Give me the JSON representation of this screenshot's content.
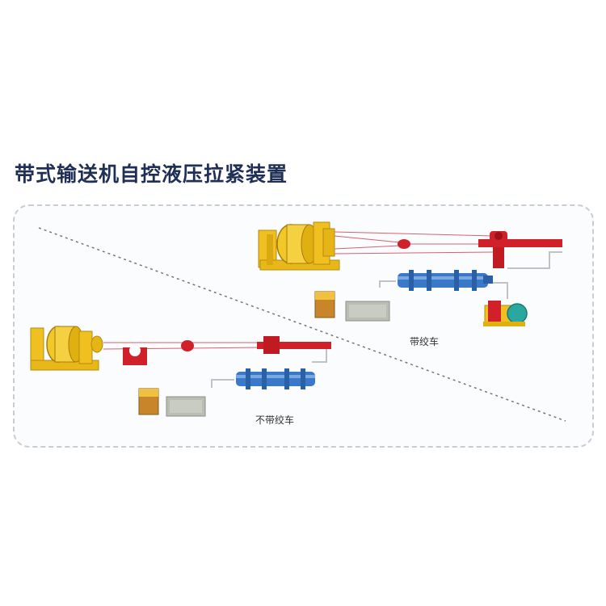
{
  "title": "带式输送机自控液压拉紧装置",
  "labels": {
    "with_winch": "带绞车",
    "without_winch": "不带绞车"
  },
  "colors": {
    "title": "#1f2f55",
    "drive_yellow": "#f0c020",
    "tension_red": "#d0202a",
    "cylinder_blue": "#3a78c8",
    "pump_orange": "#c9852a",
    "control_gray": "#b9bdb4",
    "winch_teal": "#2aa8a0"
  }
}
